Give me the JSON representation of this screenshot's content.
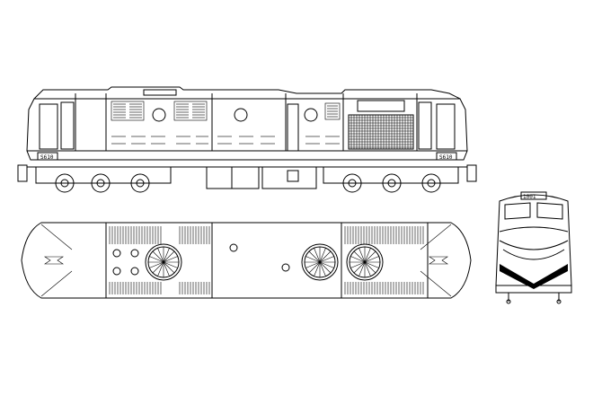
{
  "labels": {
    "side_number_left": "S610",
    "side_number_right": "S610",
    "front_number": "1001"
  },
  "colors": {
    "line": "#000000",
    "background": "#ffffff"
  }
}
